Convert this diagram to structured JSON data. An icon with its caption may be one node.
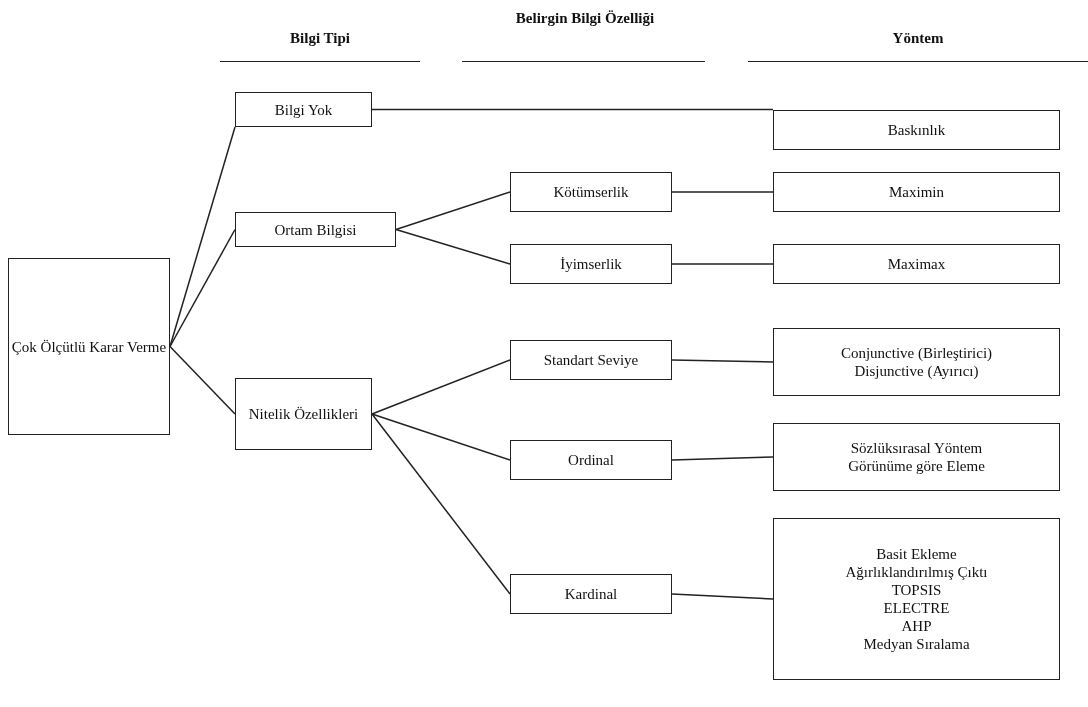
{
  "diagram": {
    "nodes": [
      {
        "text": [
          "Çok Ölçütlü Karar Verme"
        ]
      },
      {
        "text": [
          "Bilgi Yok"
        ]
      },
      {
        "text": [
          "Ortam Bilgisi"
        ]
      },
      {
        "text": [
          "Nitelik Özellikleri"
        ]
      },
      {
        "text": [
          "Kötümserlik"
        ]
      },
      {
        "text": [
          "İyimserlik"
        ]
      },
      {
        "text": [
          "Standart Seviye"
        ]
      },
      {
        "text": [
          "Ordinal"
        ]
      },
      {
        "text": [
          "Kardinal"
        ]
      },
      {
        "text": [
          "Baskınlık"
        ]
      },
      {
        "text": [
          "Maximin"
        ]
      },
      {
        "text": [
          "Maximax"
        ]
      },
      {
        "text": [
          "Conjunctive (Birleştirici)",
          "Disjunctive (Ayırıcı)"
        ]
      },
      {
        "text": [
          "Sözlüksırasal Yöntem",
          "Görünüme göre Eleme"
        ]
      },
      {
        "text": [
          "Basit Ekleme",
          "Ağırlıklandırılmış Çıktı",
          "TOPSIS",
          "ELECTRE",
          "AHP",
          "Medyan Sıralama"
        ]
      }
    ],
    "edges": [
      {
        "from": 0,
        "to": 1,
        "arrow": "none"
      },
      {
        "from": 0,
        "to": 2,
        "arrow": "none"
      },
      {
        "from": 0,
        "to": 3,
        "arrow": "none"
      },
      {
        "from": 1,
        "to": 9,
        "arrow": "none"
      },
      {
        "from": 2,
        "to": 4,
        "arrow": "none"
      },
      {
        "from": 2,
        "to": 5,
        "arrow": "none"
      },
      {
        "from": 3,
        "to": 6,
        "arrow": "none"
      },
      {
        "from": 3,
        "to": 7,
        "arrow": "none"
      },
      {
        "from": 3,
        "to": 8,
        "arrow": "none"
      },
      {
        "from": 4,
        "to": 10,
        "arrow": "none"
      },
      {
        "from": 5,
        "to": 11,
        "arrow": "none"
      },
      {
        "from": 6,
        "to": 12,
        "arrow": "none"
      },
      {
        "from": 7,
        "to": 13,
        "arrow": "none"
      },
      {
        "from": 8,
        "to": 14,
        "arrow": "none"
      }
    ],
    "labels": [
      "Bilgi Tipi",
      "Belirgin Bilgi Özelliği",
      "Yöntem"
    ]
  }
}
